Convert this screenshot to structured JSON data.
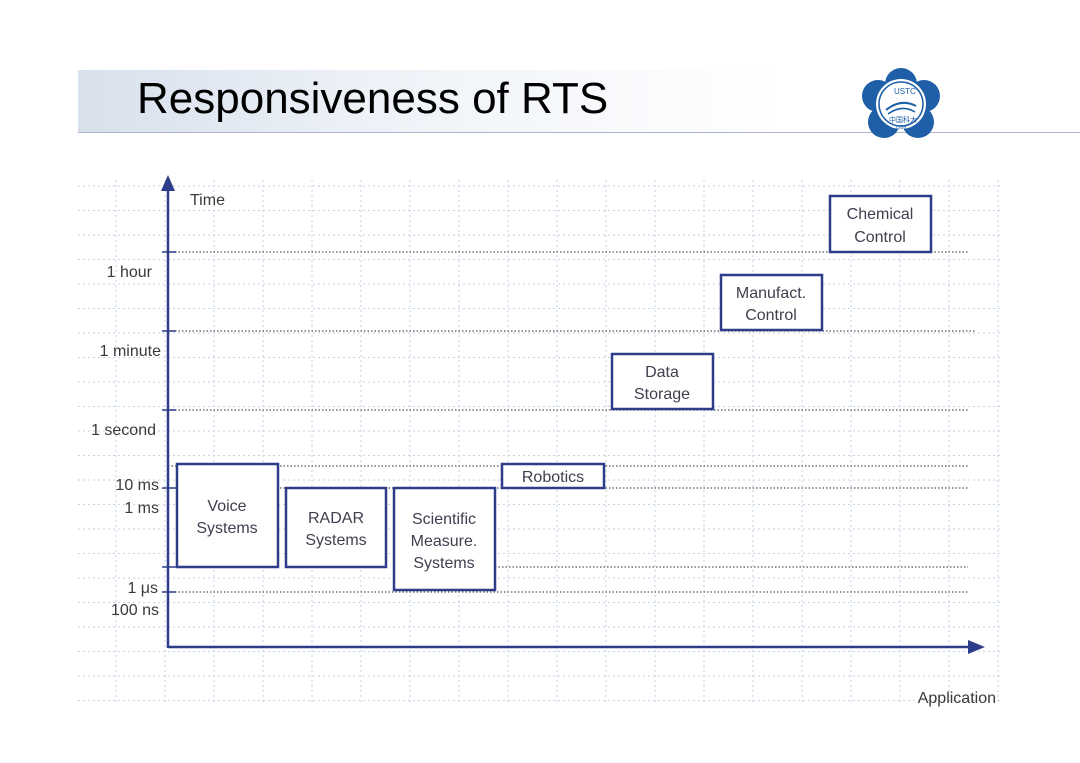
{
  "slide": {
    "title": "Responsiveness of RTS"
  },
  "logo": {
    "text": "USTC",
    "subtext": "中国科大",
    "year": "1958",
    "color": "#1f5fa8"
  },
  "axes": {
    "y_label": "Time",
    "x_label": "Application",
    "ticks": [
      "1 hour",
      "1 minute",
      "1 second",
      "10 ms",
      "1 ms",
      "1 μs",
      "100 ns"
    ]
  },
  "boxes": [
    {
      "id": "voice",
      "lines": [
        "Voice",
        "Systems"
      ]
    },
    {
      "id": "radar",
      "lines": [
        "RADAR",
        "Systems"
      ]
    },
    {
      "id": "scientific",
      "lines": [
        "Scientific",
        "Measure.",
        "Systems"
      ]
    },
    {
      "id": "robotics",
      "lines": [
        "Robotics"
      ]
    },
    {
      "id": "data-storage",
      "lines": [
        "Data",
        "Storage"
      ]
    },
    {
      "id": "manufact",
      "lines": [
        "Manufact.",
        "Control"
      ]
    },
    {
      "id": "chemical",
      "lines": [
        "Chemical",
        "Control"
      ]
    }
  ],
  "colors": {
    "box_border": "#2e3d8a",
    "axis": "#2e3d8a",
    "grid": "#b8c8e0",
    "dotted": "#555555"
  }
}
